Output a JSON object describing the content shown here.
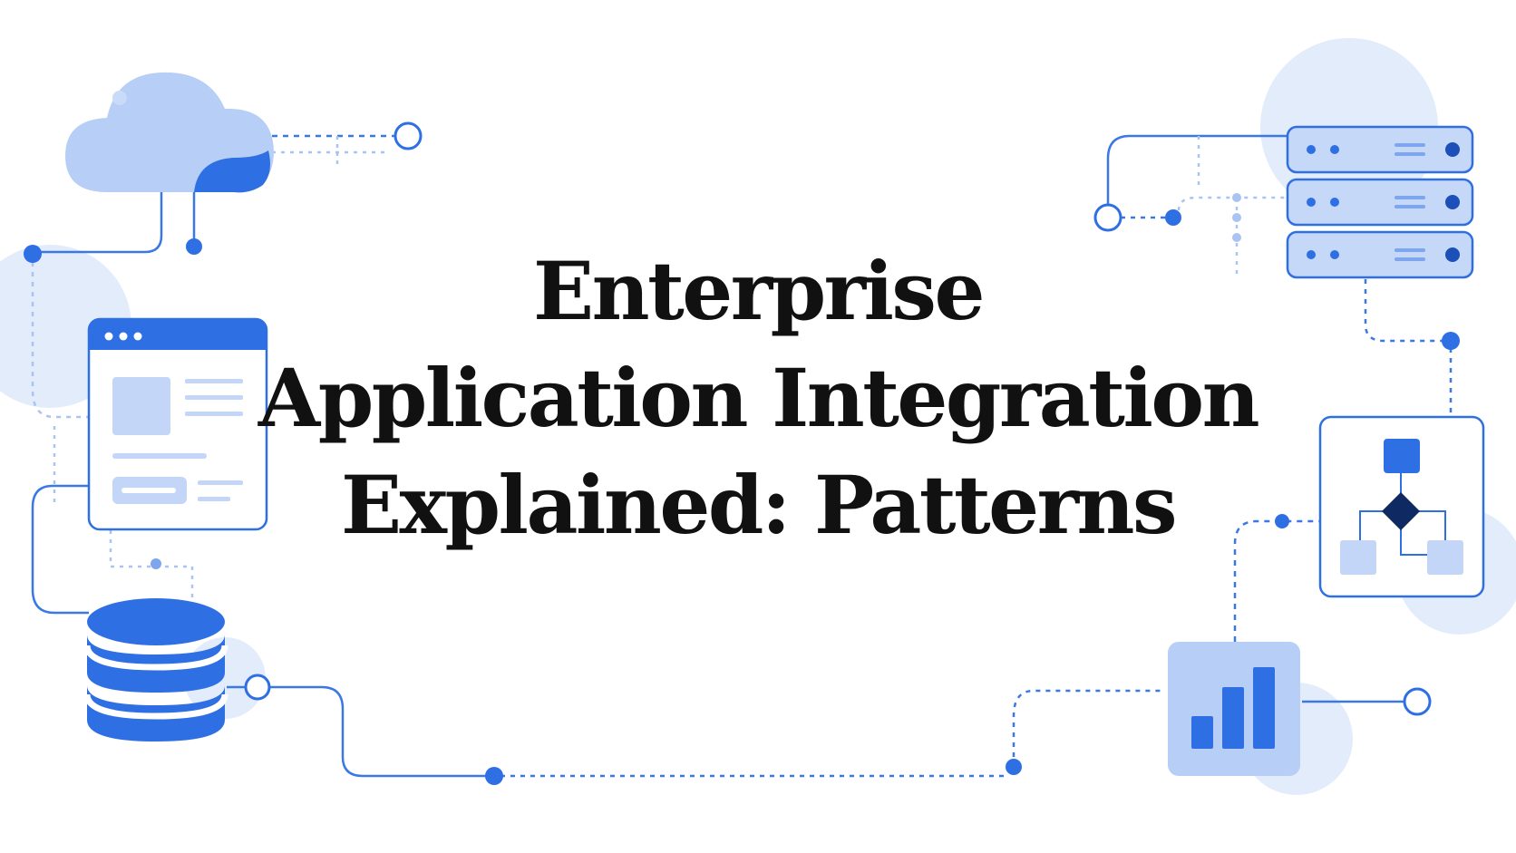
{
  "title": {
    "line1": "Enterprise",
    "line2": "Application Integration",
    "line3": "Explained: Patterns"
  },
  "colors": {
    "primary": "#2f6fe4",
    "light": "#bcd2f7",
    "pale": "#e3ecfb",
    "line": "#3a78e6",
    "dark": "#0f2a63",
    "text": "#111111"
  },
  "icons": [
    "cloud-icon",
    "browser-window-icon",
    "database-icon",
    "server-rack-icon",
    "flowchart-icon",
    "bar-chart-icon"
  ]
}
